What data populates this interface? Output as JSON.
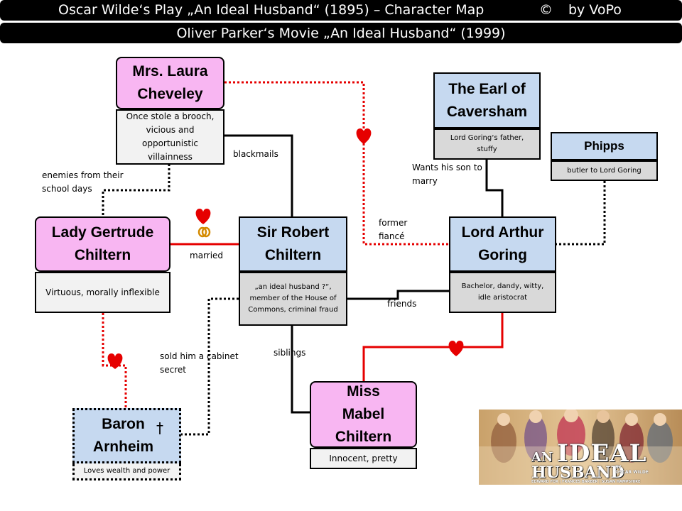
{
  "header": {
    "title": "Oscar Wilde‘s Play „An Ideal Husband“ (1895) – Character Map",
    "copyright": "©",
    "author": "by VoPo",
    "subtitle": "Oliver Parker‘s Movie „An Ideal Husband“ (1999)"
  },
  "characters": {
    "cheveley": {
      "name": "Mrs. Laura Cheveley",
      "desc": "Once stole a brooch, vicious and opportunistic villainness"
    },
    "gertrude": {
      "name": "Lady Gertrude Chiltern",
      "desc": "Virtuous, morally inflexible"
    },
    "robert": {
      "name": "Sir Robert Chiltern",
      "desc": "„an ideal husband ?“, member of the House of Commons, criminal fraud"
    },
    "caversham": {
      "name": "The Earl of Caversham",
      "desc": "Lord Goring‘s father, stuffy"
    },
    "phipps": {
      "name": "Phipps",
      "desc": "butler to Lord Goring"
    },
    "goring": {
      "name": "Lord Arthur Goring",
      "desc": "Bachelor, dandy, witty, idle aristocrat"
    },
    "mabel": {
      "name": "Miss Mabel Chiltern",
      "desc": "Innocent, pretty"
    },
    "arnheim": {
      "name": "Baron Arnheim",
      "desc": "Loves wealth and power",
      "mark": "†"
    }
  },
  "relations": {
    "blackmails": "blackmails",
    "enemies": "enemies from their school days",
    "married": "married",
    "rings": "O",
    "former_fiance": "former fiancé",
    "wants_son": "Wants his son to marry",
    "friends": "friends",
    "siblings": "siblings",
    "sold_secret": "sold him a cabinet secret"
  },
  "poster": {
    "title_line1": "AN",
    "title_line2": "IDEAL",
    "title_line3": "HUSBAND",
    "by": "BY",
    "author": "OSCAR WILDE",
    "cast": "EDWARD FOX | FRANCES BARBER | SUSAN HAMPSHIRE"
  },
  "colors": {
    "pink": "#f8b6f2",
    "blue": "#c6d9f0",
    "red": "#e60000",
    "desc_light": "#f2f2f2",
    "desc_dark": "#d9d9d9"
  },
  "icons": [
    "heart-icon",
    "wedding-rings-icon",
    "dagger-cross-icon"
  ]
}
